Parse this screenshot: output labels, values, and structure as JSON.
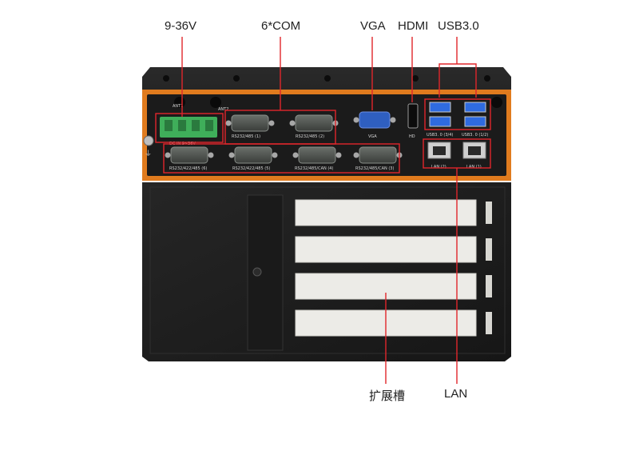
{
  "callouts": {
    "power": "9-36V",
    "com": "6*COM",
    "vga": "VGA",
    "hdmi": "HDMI",
    "usb": "USB3.0",
    "expansion": "扩展槽",
    "lan": "LAN"
  },
  "panel_labels": {
    "ant1": "ANT1",
    "ant2": "ANT2",
    "dc_in": "DC IN 9~36V",
    "com1": "RS232/485 (1)",
    "com2": "RS232/485 (2)",
    "com3": "RS232/485/CAN (3)",
    "com4": "RS232/485/CAN (4)",
    "com5": "RS232/422/485 (5)",
    "com6": "RS232/422/485 (6)",
    "vga": "VGA",
    "hd": "HD",
    "usb_34": "USB3. 0 (3/4)",
    "usb_12": "USB3. 0 (1/2)",
    "lan2": "LAN (2)",
    "lan1": "LAN (1)"
  },
  "colors": {
    "accent_orange": "#e07b1e",
    "callout_red": "#e0262b",
    "chassis": "#1e1e1e",
    "terminal_green": "#3fae5a",
    "vga_blue": "#2f5fc0",
    "usb_blue": "#2f6be0",
    "slot_cover": "#ecebe7"
  },
  "icons": {
    "ground": "ground-screw-icon",
    "screw": "screw-icon"
  }
}
